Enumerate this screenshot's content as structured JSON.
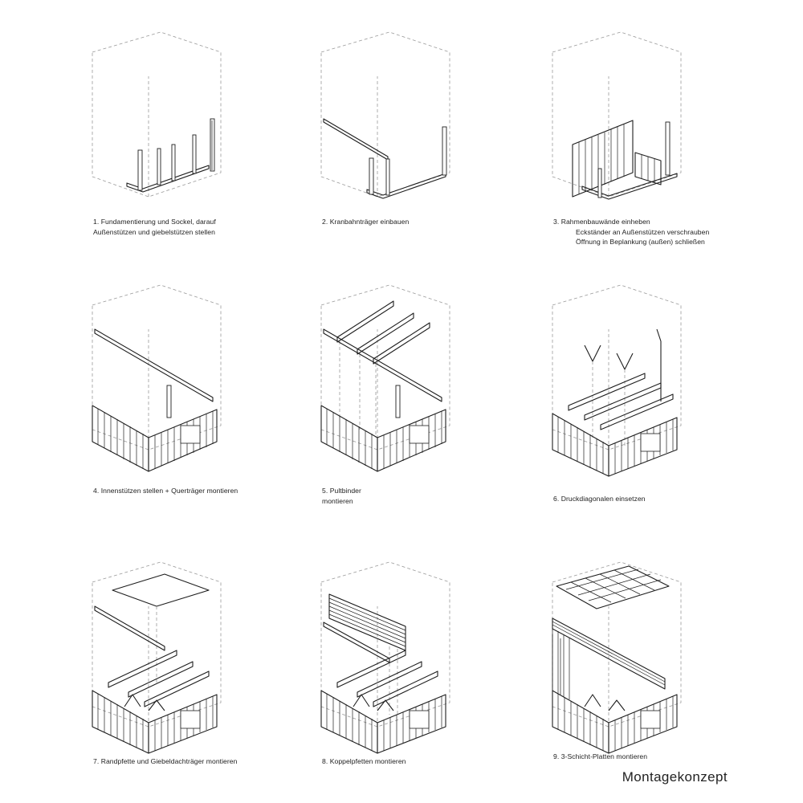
{
  "title": "Montagekonzept",
  "steps": [
    {
      "lines": [
        "1. Fundamentierung und Sockel, darauf",
        "Außenstützen und giebelstützen stellen"
      ]
    },
    {
      "lines": [
        "2. Kranbahnträger einbauen"
      ]
    },
    {
      "lines": [
        "3. Rahmenbauwände einheben",
        "Eckständer an Außenstützen verschrauben",
        "Öffnung in Beplankung (außen) schließen"
      ]
    },
    {
      "lines": [
        "4. Innenstützen stellen + Querträger montieren"
      ]
    },
    {
      "lines": [
        "5. Pultbinder",
        "montieren"
      ]
    },
    {
      "lines": [
        "6. Druckdiagonalen einsetzen"
      ]
    },
    {
      "lines": [
        "7. Randpfette und Giebeldachträger montieren"
      ]
    },
    {
      "lines": [
        "8. Koppelpfetten montieren"
      ]
    },
    {
      "lines": [
        "9. 3-Schicht-Platten montieren"
      ]
    }
  ]
}
